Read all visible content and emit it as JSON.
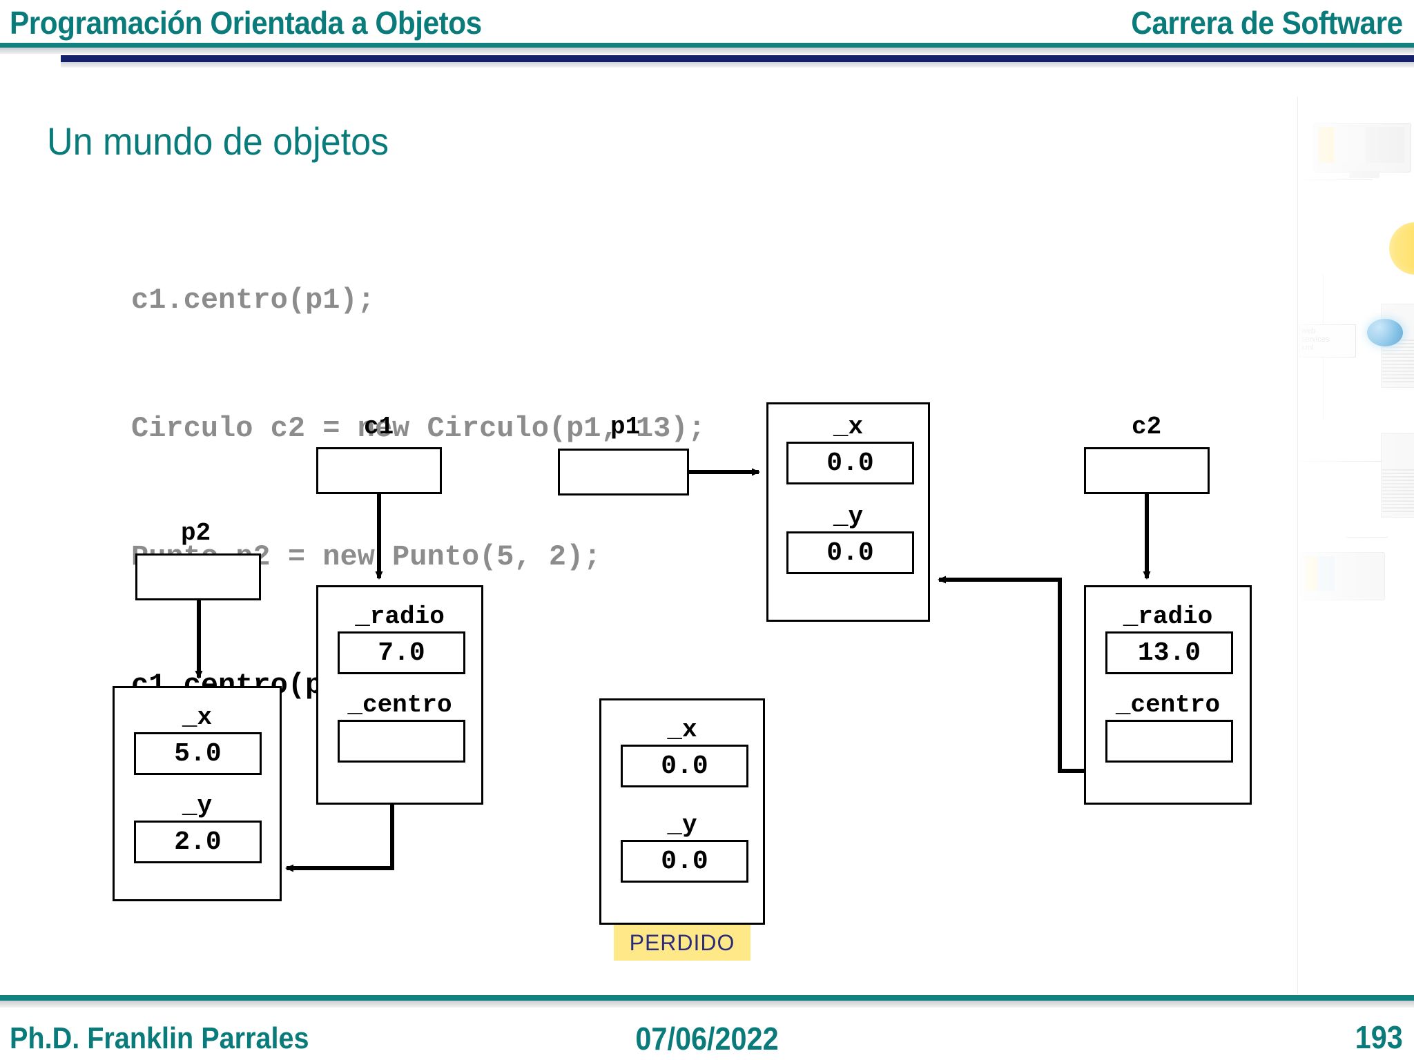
{
  "header": {
    "title_left": "Programación Orientada a Objetos",
    "title_right": "Carrera de Software",
    "accent_teal": "#0a7b7b",
    "accent_navy": "#15206b"
  },
  "section": {
    "title": "Un mundo de objetos"
  },
  "code": {
    "lines": [
      {
        "text": "c1.centro(p1);",
        "highlight": false
      },
      {
        "text": "Circulo c2 = new Circulo(p1, 13);",
        "highlight": false
      },
      {
        "text": "Punto p2 = new Punto(5, 2);",
        "highlight": false
      },
      {
        "text": "c1.centro(p2);",
        "highlight": true
      }
    ],
    "dim_color": "#8c8c8c",
    "highlight_color": "#000000"
  },
  "diagram": {
    "references": [
      {
        "id": "p2",
        "label": "p2"
      },
      {
        "id": "c1",
        "label": "c1"
      },
      {
        "id": "p1",
        "label": "p1"
      },
      {
        "id": "c2",
        "label": "c2"
      }
    ],
    "objects": [
      {
        "id": "punto_p2",
        "type": "Punto",
        "fields": [
          {
            "name": "_x",
            "value": "5.0"
          },
          {
            "name": "_y",
            "value": "2.0"
          }
        ],
        "lost": false
      },
      {
        "id": "circulo_c1",
        "type": "Circulo",
        "fields": [
          {
            "name": "_radio",
            "value": "7.0"
          },
          {
            "name": "_centro",
            "value": ""
          }
        ],
        "lost": false
      },
      {
        "id": "punto_p1",
        "type": "Punto",
        "fields": [
          {
            "name": "_x",
            "value": "0.0"
          },
          {
            "name": "_y",
            "value": "0.0"
          }
        ],
        "lost": false
      },
      {
        "id": "punto_perdido",
        "type": "Punto",
        "fields": [
          {
            "name": "_x",
            "value": "0.0"
          },
          {
            "name": "_y",
            "value": "0.0"
          }
        ],
        "lost": true,
        "lost_label": "PERDIDO"
      },
      {
        "id": "circulo_c2",
        "type": "Circulo",
        "fields": [
          {
            "name": "_radio",
            "value": "13.0"
          },
          {
            "name": "_centro",
            "value": ""
          }
        ],
        "lost": false
      }
    ],
    "lost_badge_bg": "#ffe887",
    "lost_badge_fg": "#2b2b7a"
  },
  "decor": {
    "web_services_text_line1": "web",
    "web_services_text_line2": "services",
    "web_services_text_line3": "xml"
  },
  "footer": {
    "author": "Ph.D. Franklin Parrales",
    "date": "07/06/2022",
    "page": "193"
  }
}
